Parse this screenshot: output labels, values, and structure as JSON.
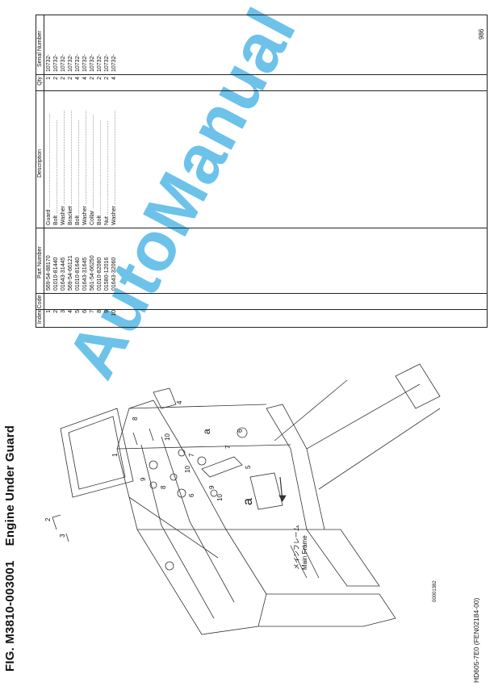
{
  "header": {
    "fig_code": "FIG. M3810-003001",
    "fig_title": "Engine Under Guard"
  },
  "footer": {
    "doc_ref": "HD605-7E0 (FEN02184-00)",
    "page": "986"
  },
  "watermark": "AutoManual",
  "drawing": {
    "view_label": "a",
    "detail_label": "a",
    "callout_jp": "メインフレーム",
    "callout_en": "Main Frame",
    "code_small": "00001382",
    "callouts": [
      "1",
      "2",
      "3",
      "4",
      "5",
      "6",
      "7",
      "8",
      "9",
      "10",
      "6",
      "8",
      "10",
      "7",
      "9",
      "10"
    ]
  },
  "table": {
    "columns": [
      "Index",
      "Code",
      "Part Number",
      "Description",
      "Qty",
      "Serial Number"
    ],
    "rows": [
      {
        "index": "1",
        "code": "",
        "part": "569-54-88170",
        "desc": "Guard",
        "qty": "1",
        "serial": "10732-"
      },
      {
        "index": "2",
        "code": "",
        "part": "01010-81440",
        "desc": "Bolt",
        "qty": "2",
        "serial": "10732-"
      },
      {
        "index": "3",
        "code": "",
        "part": "01643-31445",
        "desc": "Washer",
        "qty": "2",
        "serial": "10732-"
      },
      {
        "index": "4",
        "code": "",
        "part": "569-54-66121",
        "desc": "Bracket",
        "qty": "2",
        "serial": "10732-"
      },
      {
        "index": "5",
        "code": "",
        "part": "01010-81640",
        "desc": "Bolt",
        "qty": "4",
        "serial": "10732-"
      },
      {
        "index": "6",
        "code": "",
        "part": "01643-31645",
        "desc": "Washer",
        "qty": "4",
        "serial": "10732-"
      },
      {
        "index": "7",
        "code": "",
        "part": "561-54-66250",
        "desc": "Collar",
        "qty": "2",
        "serial": "10732-"
      },
      {
        "index": "8",
        "code": "",
        "part": "01010-82080",
        "desc": "Bolt",
        "qty": "2",
        "serial": "10732-"
      },
      {
        "index": "9",
        "code": "",
        "part": "01580-12016",
        "desc": "Nut",
        "qty": "2",
        "serial": "10732-"
      },
      {
        "index": "10",
        "code": "",
        "part": "01643-32060",
        "desc": "Washer",
        "qty": "4",
        "serial": "10732-"
      }
    ]
  }
}
